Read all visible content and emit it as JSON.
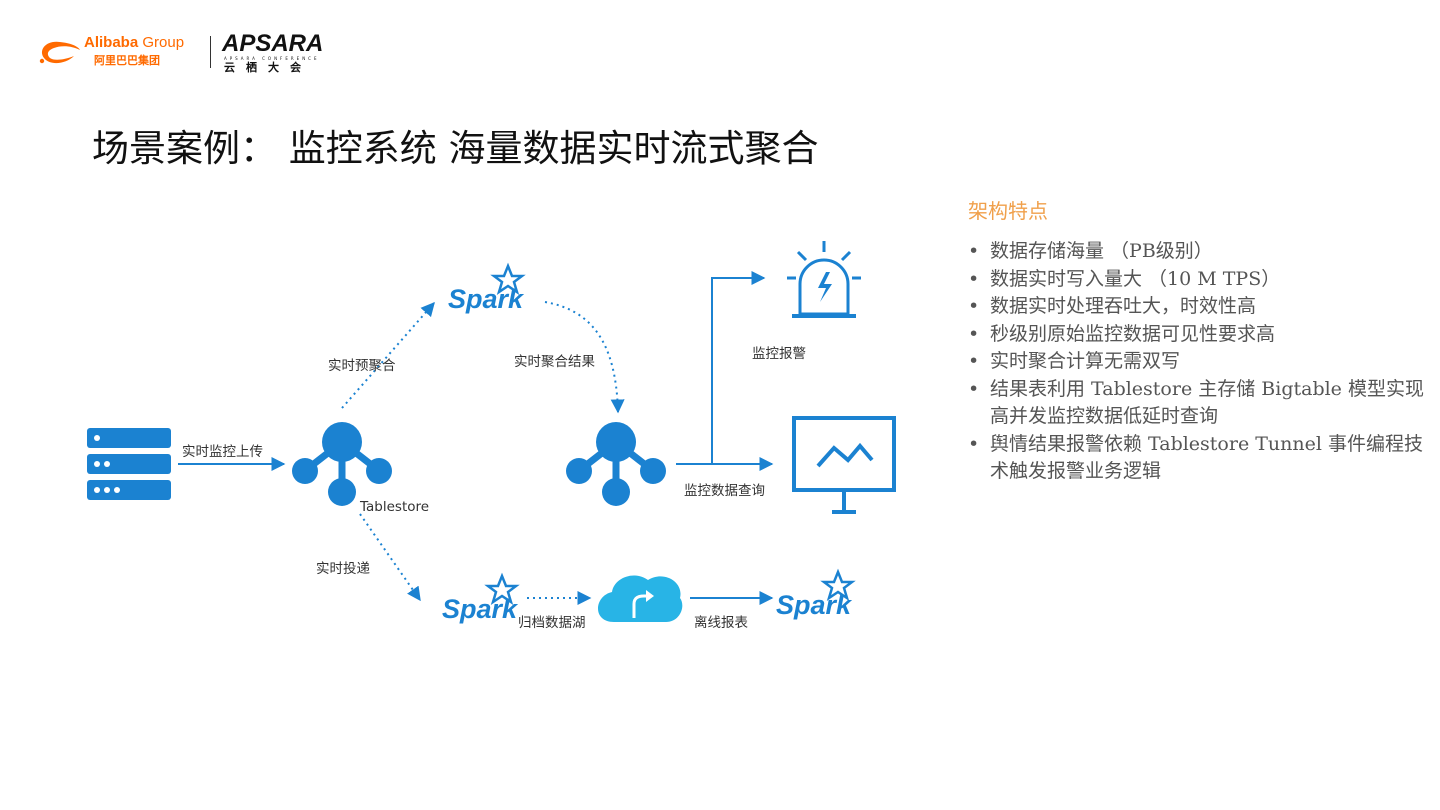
{
  "logos": {
    "alibaba_en": "Alibaba",
    "alibaba_group": " Group",
    "alibaba_cn": "阿里巴巴集团",
    "apsara": "APSARA",
    "apsara_sub": "APSARA CONFERENCE",
    "yunqi": "云栖大会"
  },
  "title": "场景案例： 监控系统 海量数据实时流式聚合",
  "diagram": {
    "labels": {
      "upload": "实时监控上传",
      "pre_agg": "实时预聚合",
      "agg_result": "实时聚合结果",
      "alarm": "监控报警",
      "tablestore": "Tablestore",
      "query": "监控数据查询",
      "delivery": "实时投递",
      "archive": "归档数据湖",
      "offline": "离线报表"
    },
    "spark_logo_text": "Spark",
    "colors": {
      "primary": "#1b82d1",
      "light": "#3aa0e8",
      "cloud": "#28b4e6"
    }
  },
  "sidebar": {
    "heading": "架构特点",
    "items": [
      "数据存储海量 （PB级别）",
      "数据实时写入量大 （10 M TPS）",
      "数据实时处理吞吐大，时效性高",
      "秒级别原始监控数据可见性要求高",
      "实时聚合计算无需双写",
      "结果表利用 Tablestore 主存储 Bigtable 模型实现高并发监控数据低延时查询",
      "舆情结果报警依赖 Tablestore Tunnel 事件编程技术触发报警业务逻辑"
    ],
    "accent_color": "#f0a04b"
  }
}
